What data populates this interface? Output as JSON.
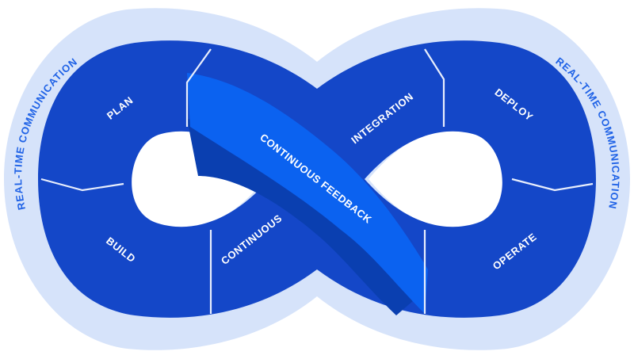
{
  "colors": {
    "outer_ring": "#d6e3fa",
    "segment": "#1447c8",
    "band": "#0b62f0",
    "band_shadow": "#0a3fb0",
    "divider": "#e8eefc",
    "ring_text": "#1f62e6",
    "label_text": "#ffffff"
  },
  "diagram": {
    "left_loop": {
      "plan": "PLAN",
      "build": "BUILD",
      "continuous": "CONTINUOUS"
    },
    "right_loop": {
      "integration": "INTEGRATION",
      "deploy": "DEPLOY",
      "operate": "OPERATE"
    },
    "center_band": "CONTINUOUS FEEDBACK",
    "ring_left": "REAL-TIME COMMUNICATION",
    "ring_right": "REAL-TIME COMMUNICATION"
  }
}
